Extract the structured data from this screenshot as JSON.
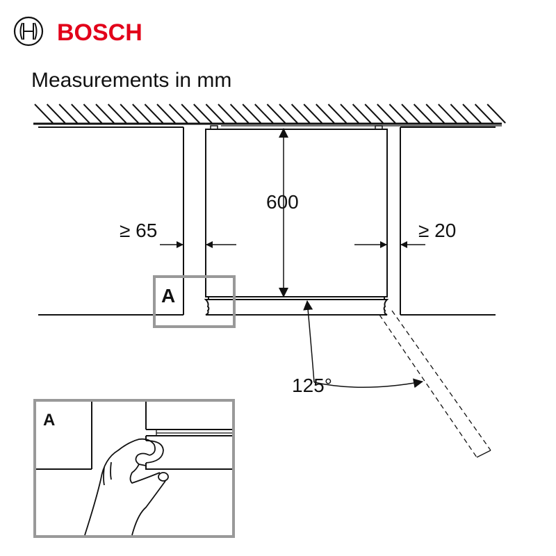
{
  "brand": {
    "name": "BOSCH",
    "color": "#e2001a"
  },
  "title": "Measurements in mm",
  "dimensions": {
    "height": "600",
    "left_gap": "≥ 65",
    "right_gap": "≥ 20",
    "door_angle": "125°"
  },
  "detail_label": "A",
  "inset_label": "A",
  "colors": {
    "line": "#111111",
    "detail_frame": "#999999"
  }
}
